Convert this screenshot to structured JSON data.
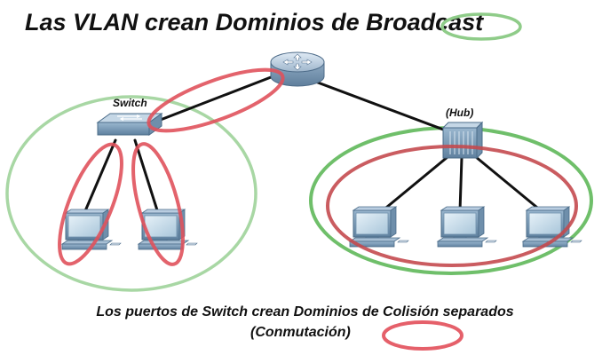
{
  "title": "Las VLAN crean Dominios de Broadcast",
  "devices": {
    "switch_label": "Switch",
    "hub_label": "(Hub)"
  },
  "caption": {
    "line1": "Los puertos de Switch crean Dominios de Colisión separados",
    "line2": "(Conmutación)"
  },
  "colors": {
    "broadcast_domain": "#9fd39a",
    "broadcast_domain_hub": "#6fbf6a",
    "collision_domain": "#e0525c",
    "link": "#111111"
  }
}
